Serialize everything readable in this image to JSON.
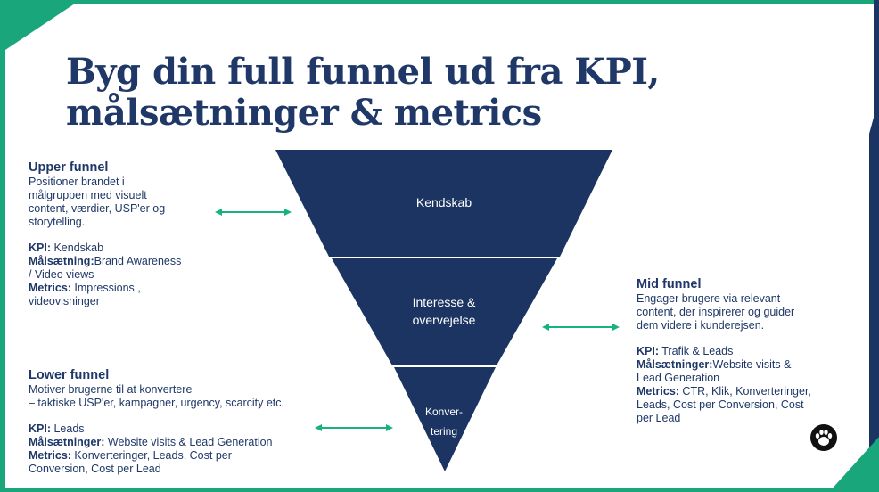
{
  "title": {
    "line1": "Byg din full funnel ud fra KPI,",
    "line2": "målsætninger & metrics"
  },
  "colors": {
    "navy": "#1f3868",
    "funnel": "#1c3461",
    "arrow": "#17b37a",
    "frame_green": "#19a67a",
    "frame_navy": "#1c3461"
  },
  "funnel_stages": [
    {
      "label": "Kendskab"
    },
    {
      "label": "Interesse &\novervejelse"
    },
    {
      "label": "Konver-\ntering"
    }
  ],
  "upper": {
    "heading": "Upper funnel",
    "desc": "Positioner brandet i\nmålgruppen med visuelt\ncontent, værdier, USP'er og\nstorytelling.",
    "kpi_key": "KPI:",
    "kpi_val": " Kendskab",
    "goal_key": "Målsætning:",
    "goal_val": "Brand Awareness\n/ Video views",
    "metrics_key": "Metrics:",
    "metrics_val": "  Impressions ,\nvideovisninger"
  },
  "mid": {
    "heading": "Mid funnel",
    "desc": "Engager brugere via relevant\ncontent, der inspirerer og guider\ndem videre i kunderejsen.",
    "kpi_key": "KPI:",
    "kpi_val": " Trafik &  Leads",
    "goal_key": "Målsætninger:",
    "goal_val": "Website visits &\nLead Generation",
    "metrics_key": "Metrics:",
    "metrics_val": " CTR, Klik, Konverteringer,\nLeads, Cost per Conversion,  Cost\nper Lead"
  },
  "lower": {
    "heading": "Lower funnel",
    "desc": "Motiver brugerne til at konvertere\n– taktiske USP'er, kampagner, urgency, scarcity etc.",
    "kpi_key": "KPI:",
    "kpi_val": " Leads",
    "goal_key": "Målsætninger:",
    "goal_val": " Website visits &  Lead Generation",
    "metrics_key": "Metrics:",
    "metrics_val": " Konverteringer,  Leads, Cost per\nConversion,  Cost per Lead"
  },
  "icons": {
    "logo": "paw-logo-icon"
  }
}
